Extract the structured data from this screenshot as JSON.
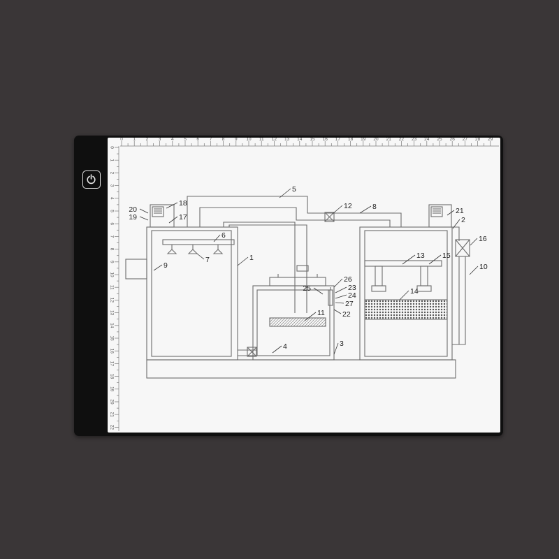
{
  "device": {
    "name": "LED tracing light pad",
    "power_button_icon": "power-icon",
    "ruler_top_labels": [
      "0",
      "1",
      "2",
      "3",
      "4",
      "5",
      "6",
      "7",
      "8",
      "9",
      "10",
      "11",
      "12",
      "13",
      "14",
      "15",
      "16",
      "17",
      "18",
      "19",
      "20",
      "21",
      "22",
      "23",
      "24",
      "25",
      "26",
      "27",
      "28",
      "29"
    ],
    "ruler_left_labels": [
      "0",
      "1",
      "2",
      "3",
      "4",
      "5",
      "6",
      "7",
      "8",
      "9",
      "10",
      "11",
      "12",
      "13",
      "14",
      "15",
      "16",
      "17",
      "18",
      "19",
      "20",
      "21",
      "22"
    ]
  },
  "drawing": {
    "callouts": [
      "1",
      "2",
      "3",
      "4",
      "5",
      "6",
      "7",
      "8",
      "9",
      "10",
      "11",
      "12",
      "13",
      "14",
      "15",
      "16",
      "17",
      "18",
      "19",
      "20",
      "21",
      "22",
      "23",
      "24",
      "25",
      "26",
      "27"
    ]
  },
  "colors": {
    "background": "#3a3637",
    "pad_frame": "#0f0f0f",
    "panel": "#f7f7f7",
    "line_art": "#6d6d6d"
  }
}
